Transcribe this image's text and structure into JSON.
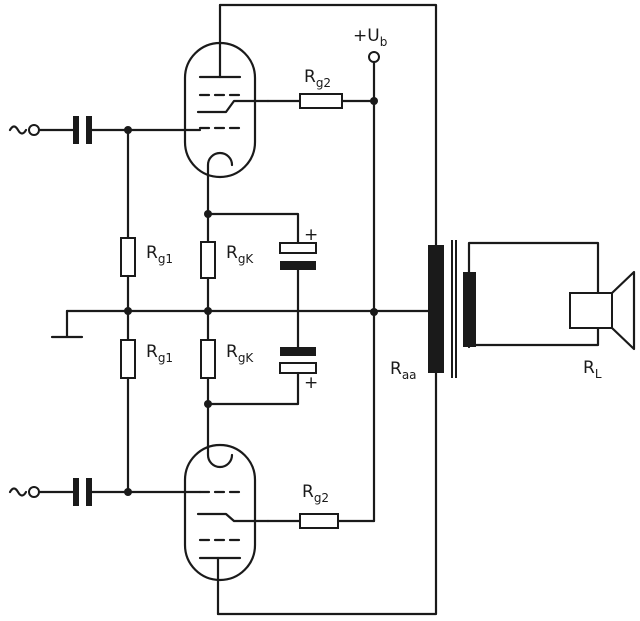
{
  "supply": {
    "main": "+U",
    "sub": "b"
  },
  "components": {
    "rg2_top": {
      "main": "R",
      "sub": "g2"
    },
    "rg2_bottom": {
      "main": "R",
      "sub": "g2"
    },
    "rg1_top": {
      "main": "R",
      "sub": "g1"
    },
    "rg1_bottom": {
      "main": "R",
      "sub": "g1"
    },
    "rgk_top": {
      "main": "R",
      "sub": "gK"
    },
    "rgk_bottom": {
      "main": "R",
      "sub": "gK"
    },
    "raa": {
      "main": "R",
      "sub": "aa"
    },
    "rl": {
      "main": "R",
      "sub": "L"
    }
  },
  "capacitor_polarity": {
    "top": "+",
    "bottom": "+"
  },
  "input_signal": {
    "top": "~",
    "bottom": "~"
  }
}
